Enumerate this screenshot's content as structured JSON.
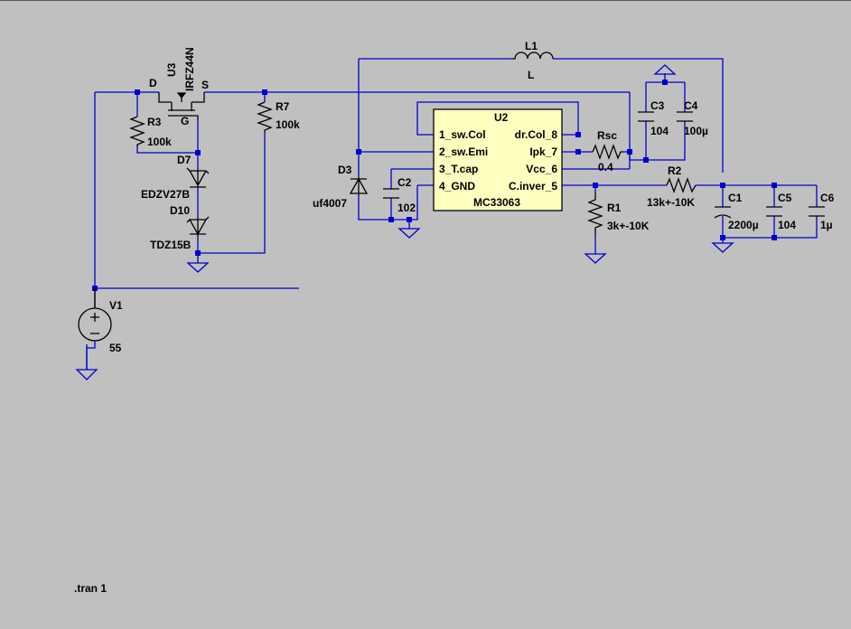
{
  "window": {
    "title": ""
  },
  "components": {
    "u3": {
      "ref": "U3",
      "value": "IRFZ44N",
      "pin_d": "D",
      "pin_s": "S",
      "pin_g": "G"
    },
    "r3": {
      "ref": "R3",
      "value": "100k"
    },
    "r7": {
      "ref": "R7",
      "value": "100k"
    },
    "d7": {
      "ref": "D7",
      "value": "EDZV27B"
    },
    "d10": {
      "ref": "D10",
      "value": "TDZ15B"
    },
    "v1": {
      "ref": "V1",
      "value": "55"
    },
    "l1": {
      "ref": "L1",
      "value": "L"
    },
    "d3": {
      "ref": "D3",
      "value": "uf4007"
    },
    "c2": {
      "ref": "C2",
      "value": "102"
    },
    "u2": {
      "ref": "U2",
      "value": "MC33063",
      "pins": [
        "1_sw.Col",
        "2_sw.Emi",
        "3_T.cap",
        "4_GND",
        "dr.Col_8",
        "Ipk_7",
        "Vcc_6",
        "C.inver_5"
      ]
    },
    "rsc": {
      "ref": "Rsc",
      "value": "0.4"
    },
    "c3": {
      "ref": "C3",
      "value": "104"
    },
    "c4": {
      "ref": "C4",
      "value": "100µ"
    },
    "r2": {
      "ref": "R2",
      "value": "13k+-10K"
    },
    "r1": {
      "ref": "R1",
      "value": "3k+-10K"
    },
    "c1": {
      "ref": "C1",
      "value": "2200µ"
    },
    "c5": {
      "ref": "C5",
      "value": "104"
    },
    "c6": {
      "ref": "C6",
      "value": "1µ"
    }
  },
  "directive": ".tran 1",
  "colors": {
    "background": "#c0c0c0",
    "wire": "#0000cc",
    "component": "#000000",
    "ic_fill": "#ffffc0"
  }
}
